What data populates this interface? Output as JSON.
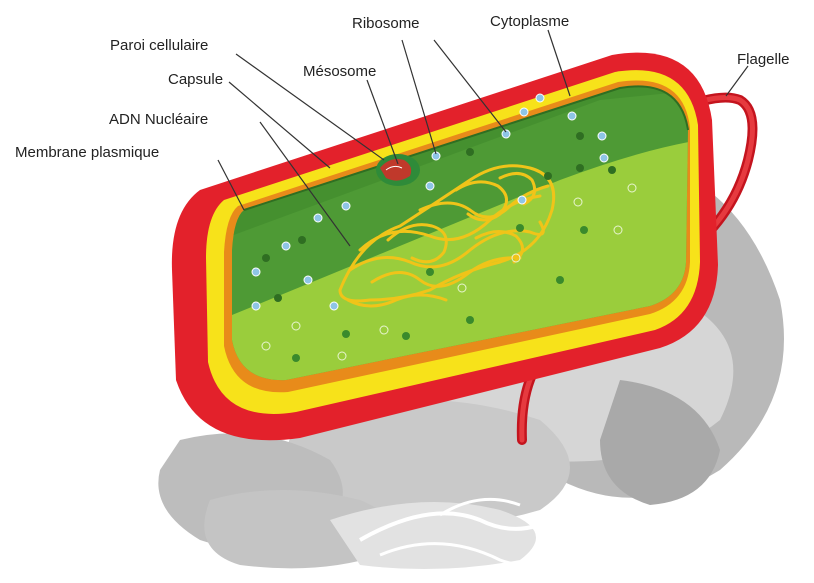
{
  "labels": {
    "paroi": "Paroi cellulaire",
    "capsule": "Capsule",
    "adn": "ADN Nucléaire",
    "membrane": "Membrane plasmique",
    "mesosome": "Mésosome",
    "ribosome": "Ribosome",
    "cytoplasme": "Cytoplasme",
    "flagelle": "Flagelle"
  },
  "colors": {
    "capsule_red": "#e3212b",
    "wall_yellow": "#f7e21a",
    "cytoplasm_dark": "#4e9a35",
    "cytoplasm_light": "#9acd3c",
    "dna_yellow": "#f0c419",
    "mesosome_red": "#c0392b",
    "ribosome_blue": "#8ec5e6",
    "shadow_gray": "#b3b3b3"
  },
  "icons": {
    "bacterium": "bacterium-cell-icon",
    "flagellum": "flagellum-icon"
  }
}
